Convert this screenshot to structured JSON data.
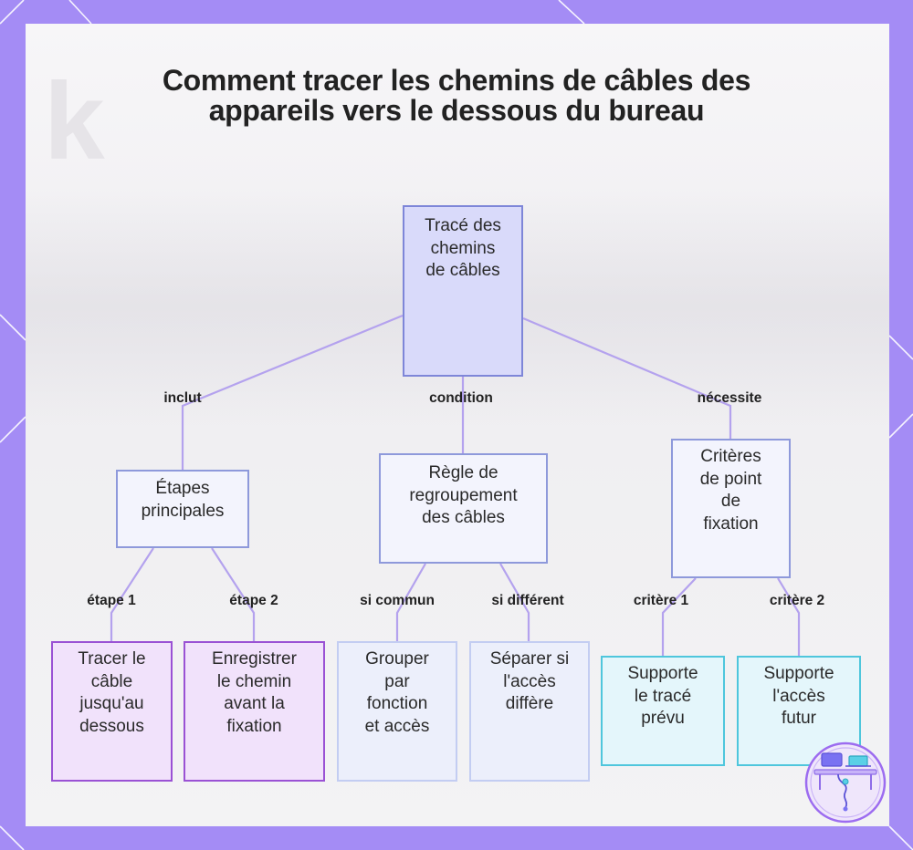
{
  "title": "Comment tracer les chemins de câbles des appareils vers le dessous du bureau",
  "background": {
    "watermark_letter": "k"
  },
  "colors": {
    "frame": "#a48cf5",
    "edge": "#b4a2ee",
    "root_fill": "#d9dafa",
    "root_border": "#7e86d8",
    "mid_fill": "#f3f4fd",
    "mid_border": "#8e99db",
    "purple_fill": "#f1e2fb",
    "purple_border": "#9a52d4",
    "lav_fill": "#eceffb",
    "lav_border": "#c3cdf2",
    "cyan_fill": "#e4f6fb",
    "cyan_border": "#4fc6dc"
  },
  "nodes": {
    "root": "Tracé des\nchemins\nde câbles",
    "etapes": "Étapes\nprincipales",
    "regle": "Règle de\nregroupement\ndes câbles",
    "criteres": "Critères\nde point\nde\nfixation",
    "tracer": "Tracer le\ncâble\njusqu'au\ndessous",
    "enregistrer": "Enregistrer\nle chemin\navant la\nfixation",
    "grouper": "Grouper\npar\nfonction\net accès",
    "separer": "Séparer si\nl'accès\ndiffère",
    "supporte_trace": "Supporte\nle tracé\nprévu",
    "supporte_acces": "Supporte\nl'accès\nfutur"
  },
  "edge_labels": {
    "inclut": "inclut",
    "condition": "condition",
    "necessite": "nécessite",
    "etape1": "étape 1",
    "etape2": "étape 2",
    "si_commun": "si commun",
    "si_different": "si différent",
    "critere1": "critère 1",
    "critere2": "critère 2"
  },
  "logo": {
    "name": "desk-cable-logo"
  }
}
